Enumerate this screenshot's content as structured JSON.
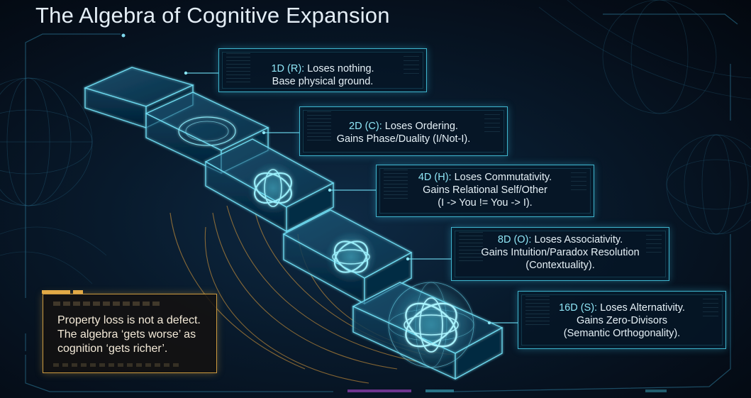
{
  "title": "The Algebra of Cognitive Expansion",
  "callouts": [
    {
      "label": "1D (R):",
      "line1_rest": " Loses nothing.",
      "line2": "Base physical ground.",
      "line3": ""
    },
    {
      "label": "2D (C):",
      "line1_rest": " Loses Ordering.",
      "line2": "Gains Phase/Duality (I/Not-I).",
      "line3": ""
    },
    {
      "label": "4D (H):",
      "line1_rest": " Loses Commutativity.",
      "line2": "Gains Relational Self/Other",
      "line3": "(I -> You != You -> I)."
    },
    {
      "label": "8D (O):",
      "line1_rest": " Loses Associativity.",
      "line2": "Gains Intuition/Paradox Resolution",
      "line3": "(Contextuality)."
    },
    {
      "label": "16D (S):",
      "line1_rest": " Loses Alternativity.",
      "line2": "Gains Zero-Divisors",
      "line3": "(Semantic Orthogonality)."
    }
  ],
  "note": {
    "line1": "Property loss is not a defect.",
    "line2": "The algebra ‘gets worse’ as",
    "line3": "cognition ‘gets richer’."
  },
  "colors": {
    "accent_cyan": "#4ad2ec",
    "accent_gold": "#e2aa46",
    "background": "#06101c"
  }
}
